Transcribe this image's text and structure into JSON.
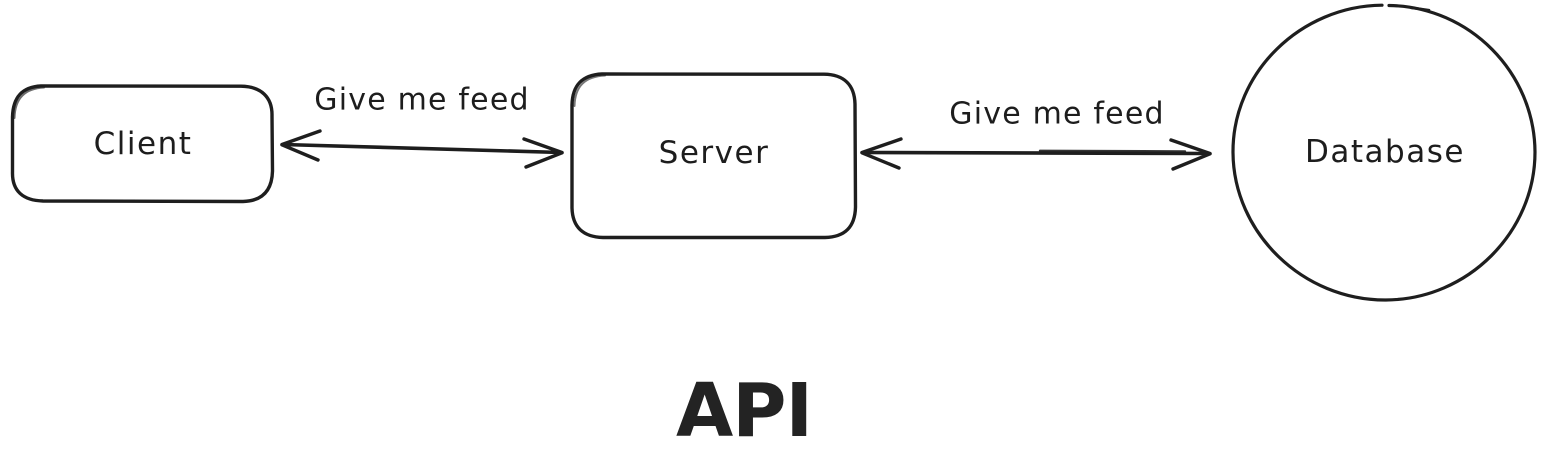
{
  "diagram": {
    "title_caption": "API",
    "background_color": "#ffffff",
    "stroke_color": "#1e1e1e",
    "text_color": "#1d1d1d",
    "style": "hand-drawn",
    "nodes": [
      {
        "id": "client",
        "label": "Client",
        "shape": "rounded-rectangle"
      },
      {
        "id": "server",
        "label": "Server",
        "shape": "rounded-rectangle"
      },
      {
        "id": "database",
        "label": "Database",
        "shape": "circle"
      }
    ],
    "edges": [
      {
        "id": "edge-1",
        "label": "Give me feed",
        "from": "client",
        "to": "server",
        "arrow": "double"
      },
      {
        "id": "edge-2",
        "label": "Give me feed",
        "from": "server",
        "to": "database",
        "arrow": "double"
      }
    ]
  }
}
